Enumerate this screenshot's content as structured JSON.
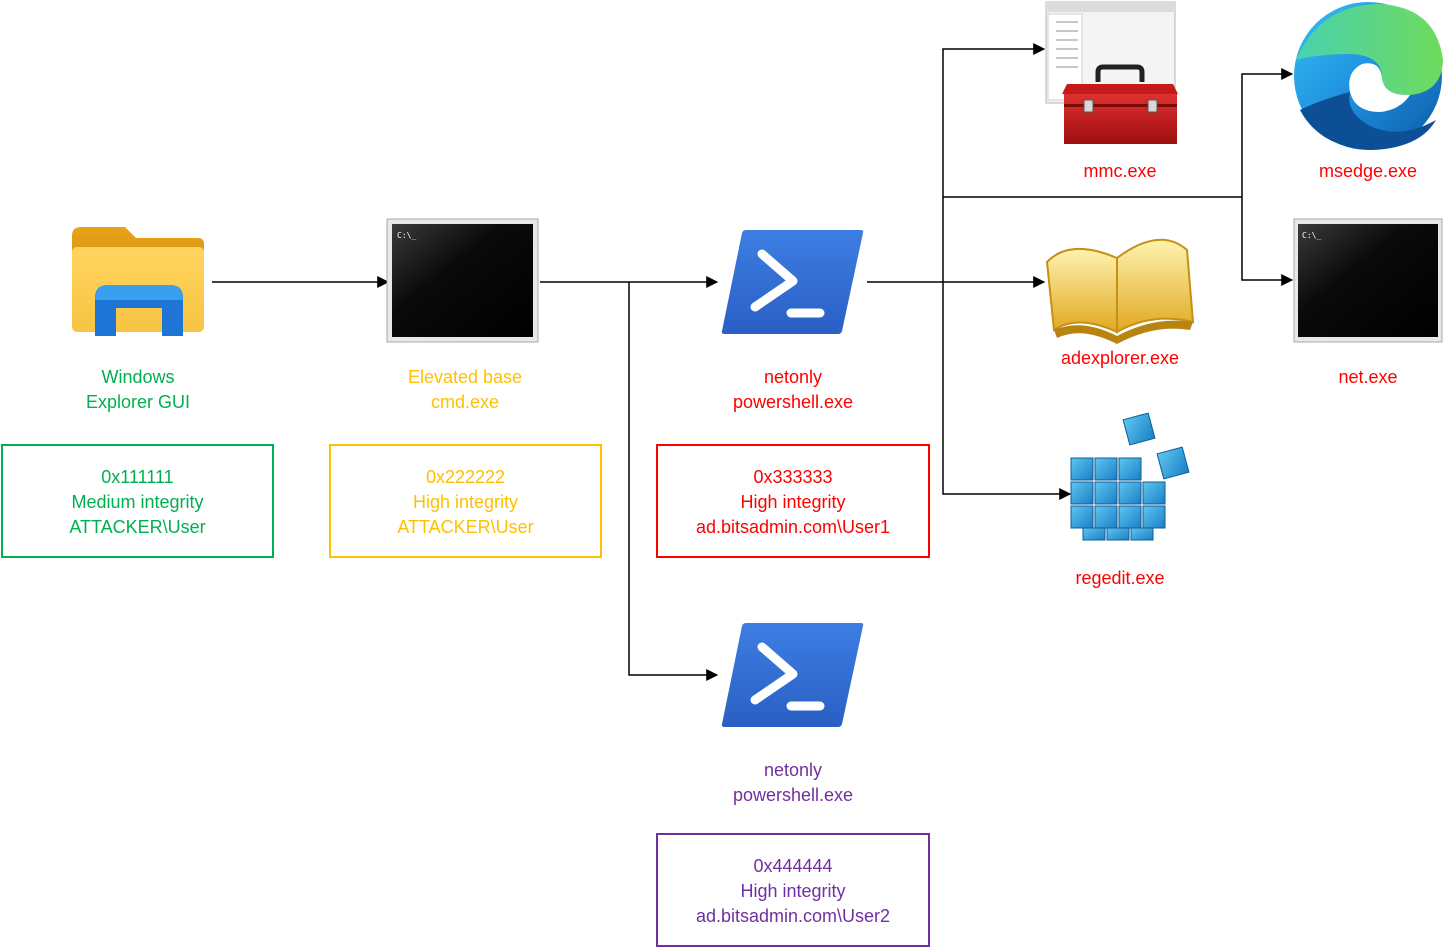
{
  "colors": {
    "green": "#00b050",
    "yellow": "#ffc000",
    "red": "#ff0000",
    "purple": "#7030a0",
    "line": "#000000"
  },
  "nodes": {
    "explorer": {
      "label": [
        "Windows",
        "Explorer GUI"
      ],
      "icon": "folder-icon"
    },
    "cmd": {
      "label": [
        "Elevated base",
        "cmd.exe"
      ],
      "icon": "console-icon"
    },
    "ps1": {
      "label": [
        "netonly",
        "powershell.exe"
      ],
      "icon": "powershell-icon"
    },
    "ps2": {
      "label": [
        "netonly",
        "powershell.exe"
      ],
      "icon": "powershell-icon"
    },
    "mmc": {
      "label": "mmc.exe",
      "icon": "toolbox-icon"
    },
    "adexplorer": {
      "label": "adexplorer.exe",
      "icon": "book-icon"
    },
    "regedit": {
      "label": "regedit.exe",
      "icon": "registry-cubes-icon"
    },
    "msedge": {
      "label": "msedge.exe",
      "icon": "edge-icon"
    },
    "net": {
      "label": "net.exe",
      "icon": "console-icon"
    }
  },
  "boxes": {
    "explorer": [
      "0x111111",
      "Medium integrity",
      "ATTACKER\\User"
    ],
    "cmd": [
      "0x222222",
      "High integrity",
      "ATTACKER\\User"
    ],
    "ps1": [
      "0x333333",
      "High integrity",
      "ad.bitsadmin.com\\User1"
    ],
    "ps2": [
      "0x444444",
      "High integrity",
      "ad.bitsadmin.com\\User2"
    ]
  }
}
